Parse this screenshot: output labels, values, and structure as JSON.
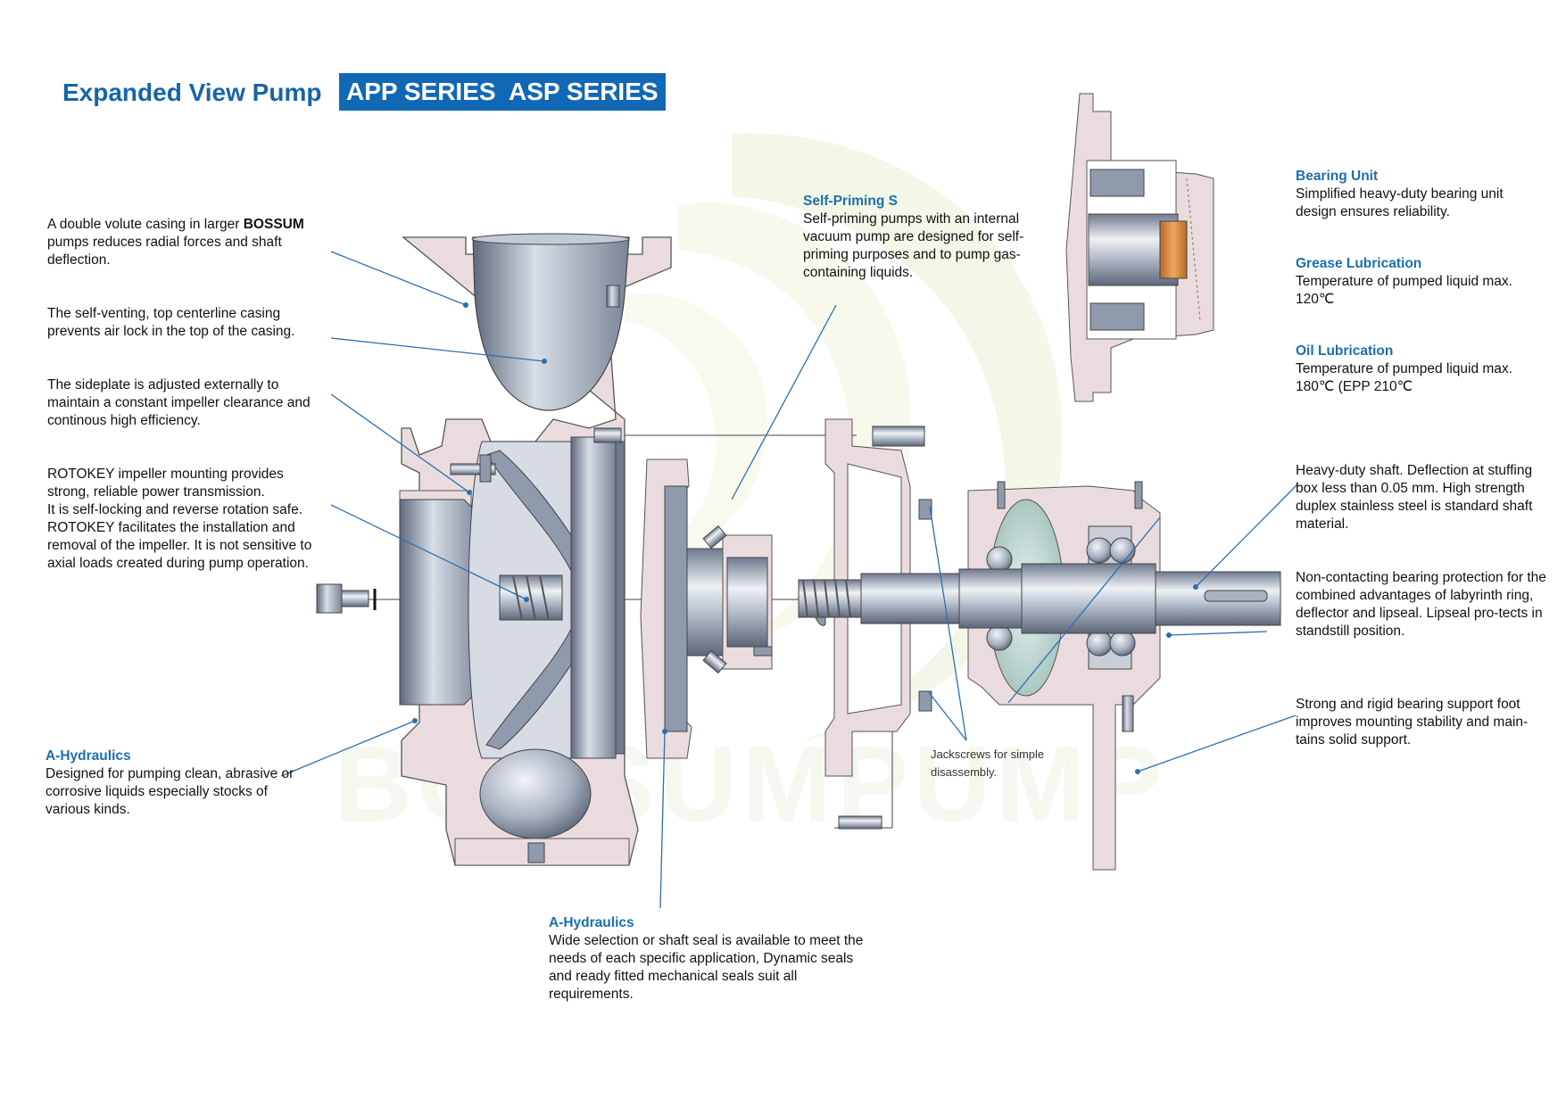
{
  "header": {
    "title": "Expanded View Pump",
    "badges": [
      "APP SERIES",
      "ASP SERIES"
    ]
  },
  "watermark": "BOSSUMPUMP",
  "colors": {
    "brand_blue": "#1168b4",
    "heading_blue": "#1b6fb0",
    "leader_line": "#2c6fb0",
    "casing_pink": "#eadcde",
    "metal_grey": "#8f9aac",
    "bearing_orange": "#d68a3c",
    "watermark_green": "#7cae3a"
  },
  "left_notes": {
    "double_volute": {
      "pre": "A double volute casing in larger ",
      "bold": "BOSSUM",
      "post": " pumps reduces radial forces and shaft deflection."
    },
    "self_venting": "The self-venting, top centerline casing prevents air lock in the top of the casing.",
    "sideplate": "The sideplate is adjusted externally to maintain a constant impeller clearance and continous high efficiency.",
    "rotokey": [
      "ROTOKEY impeller mounting provides strong, reliable power transmission.",
      "It is self-locking and reverse rotation safe.",
      "ROTOKEY facilitates the installation and removal of the impeller. It is not sensitive to axial loads created during pump operation."
    ],
    "a_hydraulics": {
      "heading": "A-Hydraulics",
      "body": "Designed for pumping clean, abrasive or corrosive liquids especially stocks of various kinds."
    }
  },
  "center_notes": {
    "self_priming": {
      "heading": "Self-Priming S",
      "body": "Self-priming pumps with an internal vacuum pump are designed for self-priming purposes and to pump gas-containing liquids."
    },
    "shaft_seal": {
      "heading": "A-Hydraulics",
      "body": "Wide selection or shaft seal is available to meet the needs of each specific application, Dynamic seals and ready fitted mechanical seals suit all requirements."
    },
    "jackscrews": "Jackscrews for simple disassembly."
  },
  "right_notes": {
    "bearing_unit": {
      "heading": "Bearing Unit",
      "body": "Simplified heavy-duty bearing unit design ensures reliability."
    },
    "grease": {
      "heading": "Grease Lubrication",
      "body": "Temperature of pumped liquid max. 120℃"
    },
    "oil": {
      "heading": "Oil Lubrication",
      "body": "Temperature of pumped liquid max. 180℃ (EPP 210℃"
    },
    "shaft": "Heavy-duty shaft. Deflection at stuffing box less than 0.05 mm. High strength duplex stainless steel is standard shaft material.",
    "bearing_protection": "Non-contacting bearing protection for the combined advantages of labyrinth ring, deflector and lipseal. Lipseal pro-tects in standstill position.",
    "bearing_support": "Strong and rigid bearing support foot improves mounting stability and main-tains solid support."
  }
}
